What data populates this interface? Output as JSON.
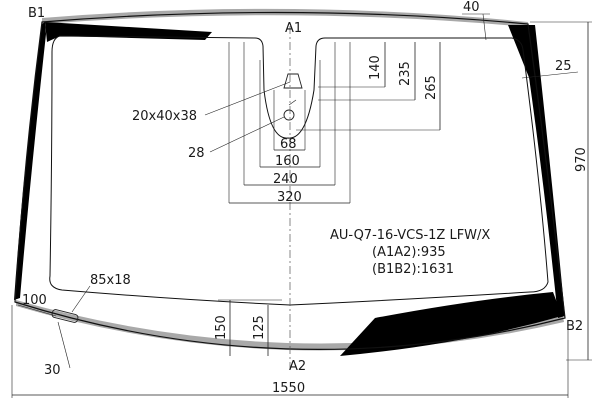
{
  "corners": {
    "b1": "B1",
    "a1": "A1",
    "b2": "B2",
    "a2": "A2"
  },
  "dimensions": {
    "top_band": "40",
    "edge_band": "25",
    "sensor_140": "140",
    "sensor_235": "235",
    "sensor_265": "265",
    "bracket": "20x40x38",
    "dot": "28",
    "w68": "68",
    "w160": "160",
    "w240": "240",
    "w320": "320",
    "height": "970",
    "bottom_150": "150",
    "bottom_125": "125",
    "vin_window": "85x18",
    "left_100": "100",
    "left_30": "30",
    "width": "1550"
  },
  "spec": {
    "code": "AU-Q7-16-VCS-1Z LFW/X",
    "a1a2": "(A1A2):935",
    "b1b2": "(B1B2):1631"
  },
  "colors": {
    "frit": "#000000",
    "band": "#a9a9a9",
    "glass_outline": "#111111",
    "line": "#222222"
  }
}
